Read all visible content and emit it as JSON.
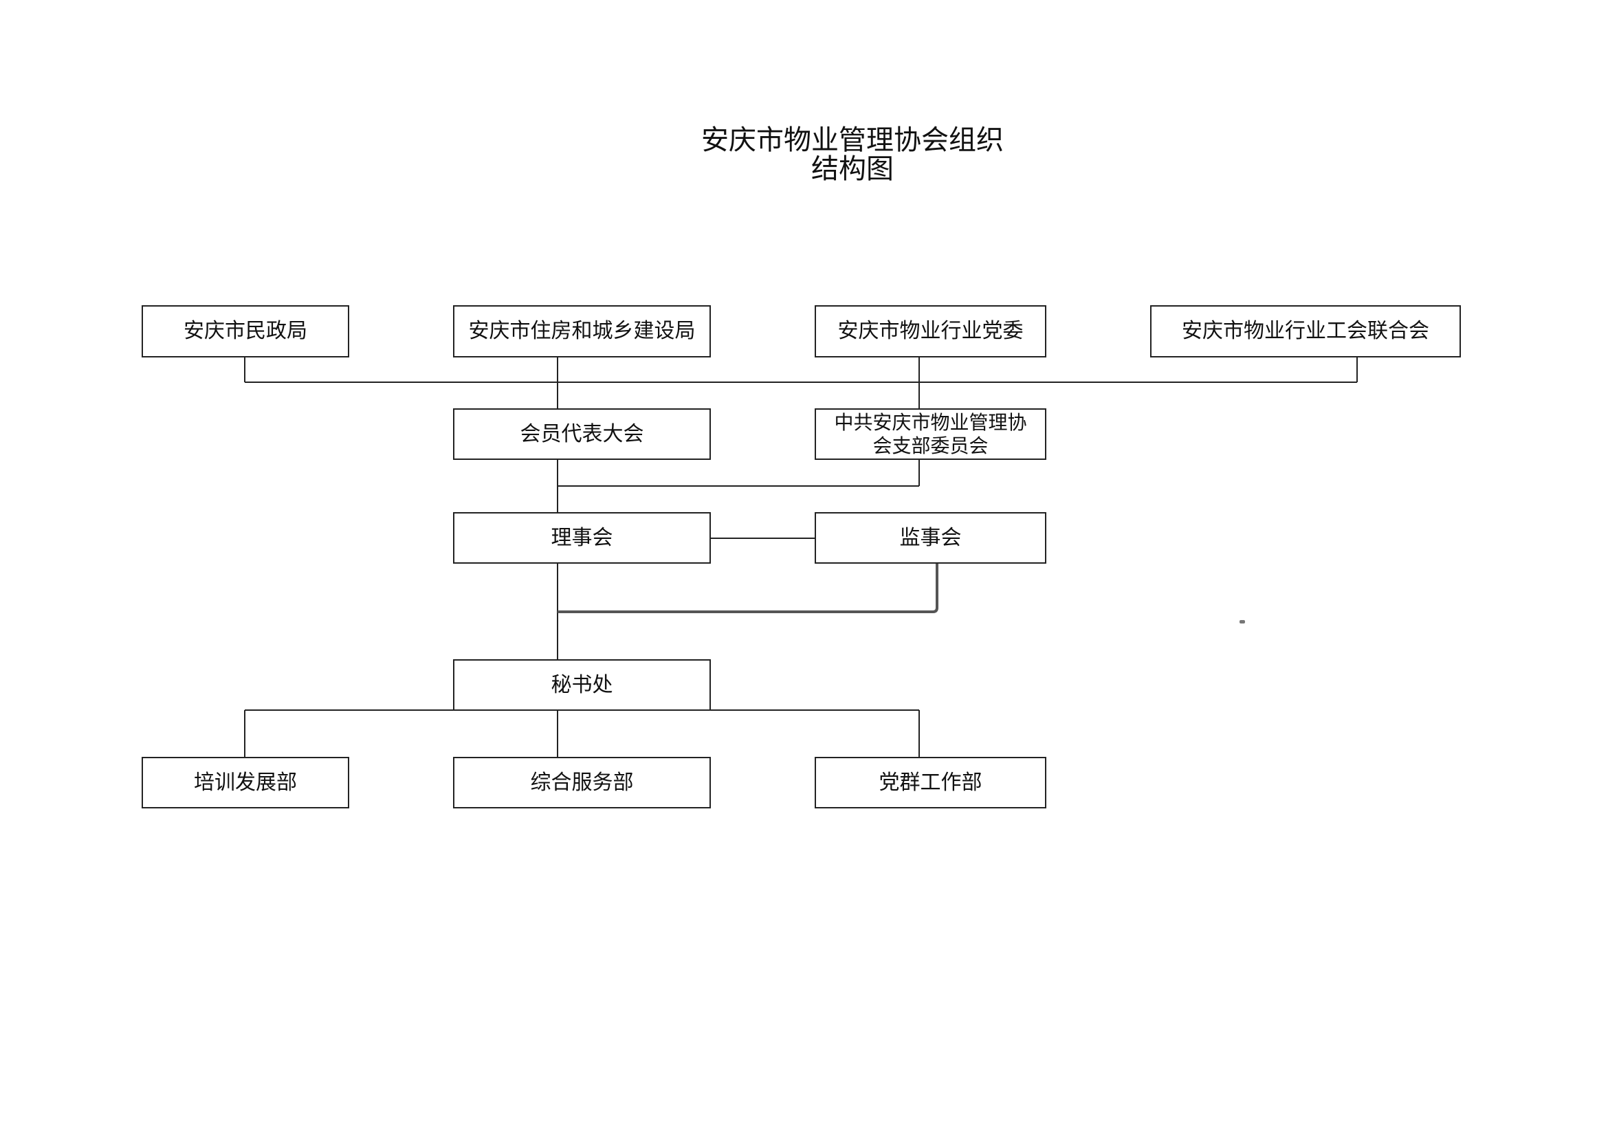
{
  "title": {
    "line1": "安庆市物业管理协会组织",
    "line2": "结构图"
  },
  "nodes": {
    "minzheng": "安庆市民政局",
    "zhujian": "安庆市住房和城乡建设局",
    "dangwei": "安庆市物业行业党委",
    "gonghui": "安庆市物业行业工会联合会",
    "daibiao": "会员代表大会",
    "zhibu_line1": "中共安庆市物业管理协",
    "zhibu_line2": "会支部委员会",
    "lishi": "理事会",
    "jianshi": "监事会",
    "mishu": "秘书处",
    "peixun": "培训发展部",
    "zonghe": "综合服务部",
    "dangqun": "党群工作部"
  }
}
